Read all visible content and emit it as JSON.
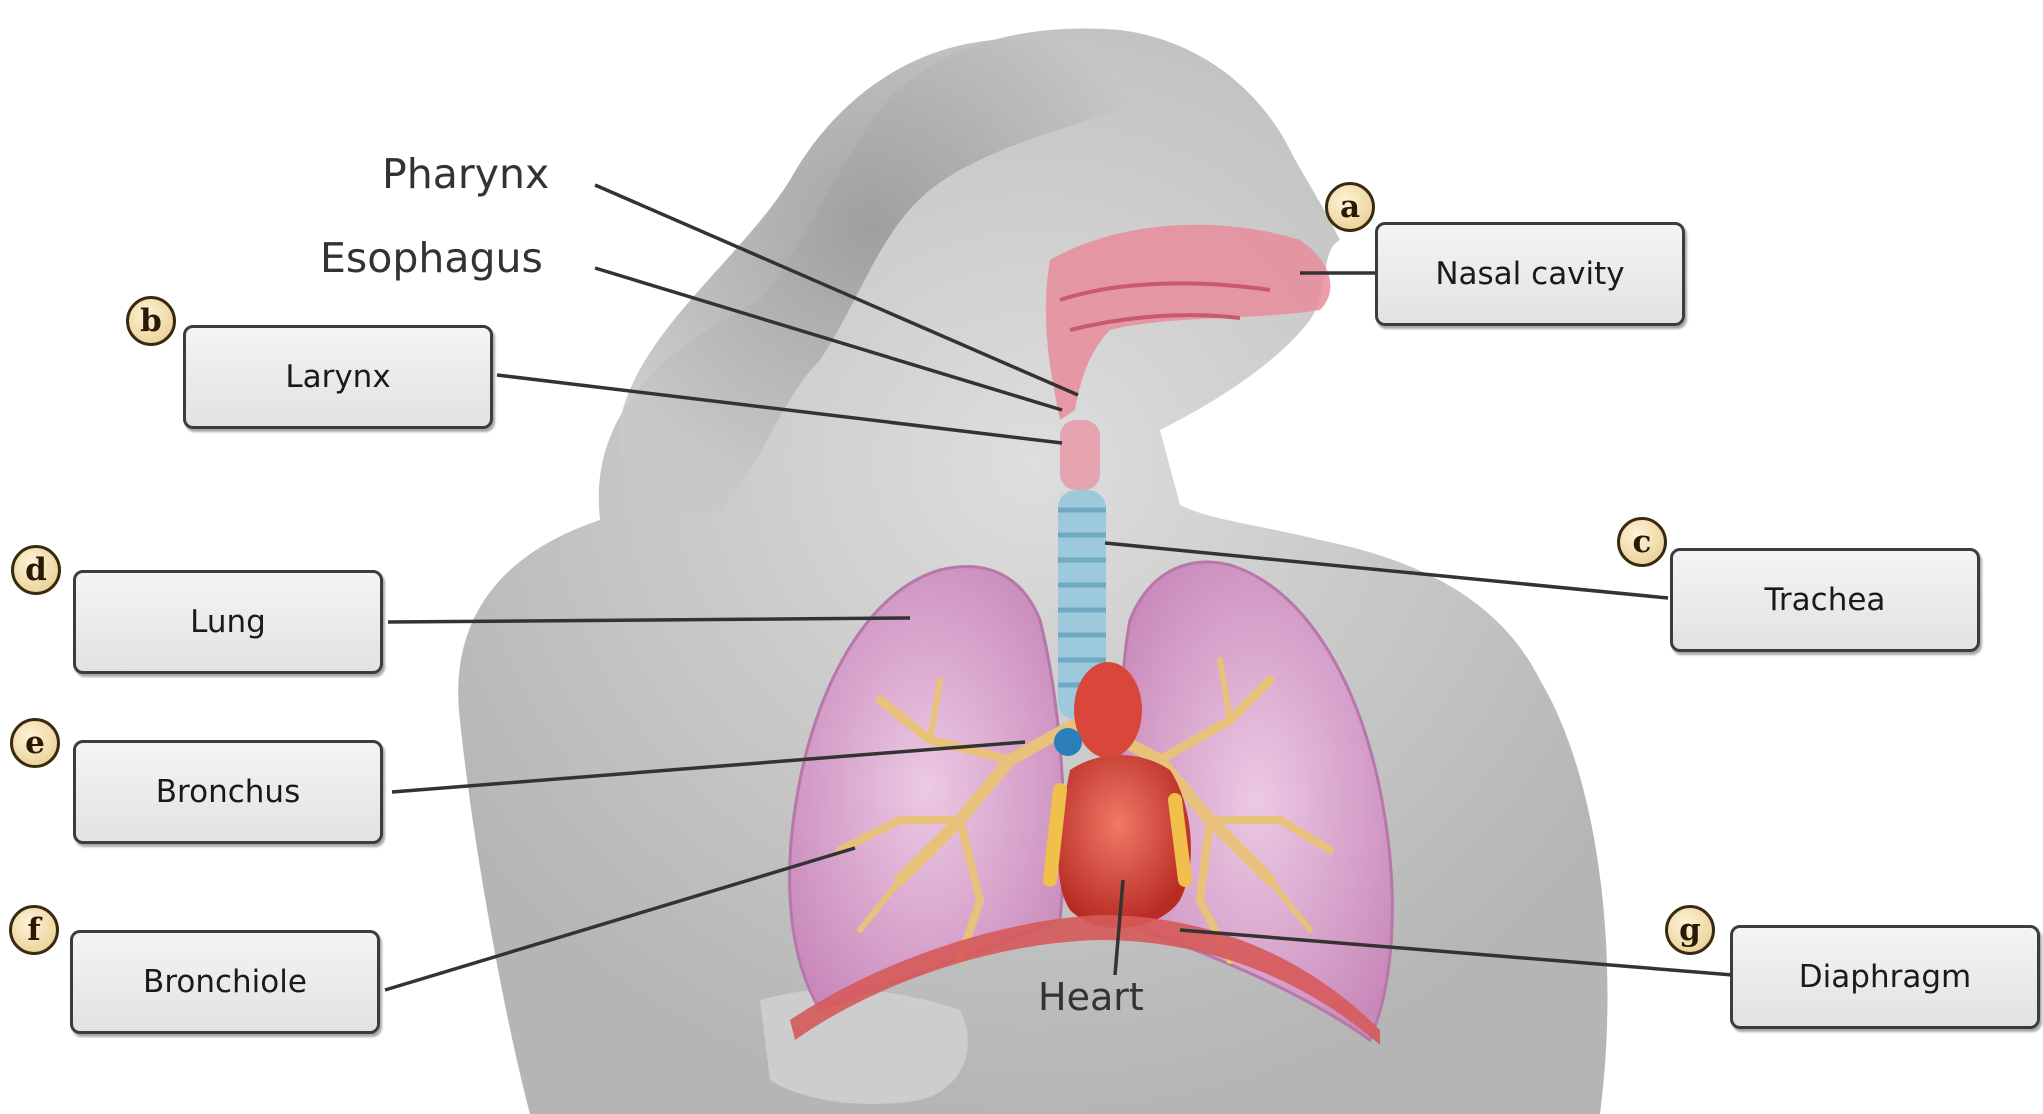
{
  "diagram": {
    "fixed_labels": {
      "pharynx": "Pharynx",
      "esophagus": "Esophagus",
      "heart": "Heart"
    },
    "answer_boxes": [
      {
        "letter": "a",
        "label": "Nasal cavity"
      },
      {
        "letter": "b",
        "label": "Larynx"
      },
      {
        "letter": "c",
        "label": "Trachea"
      },
      {
        "letter": "d",
        "label": "Lung"
      },
      {
        "letter": "e",
        "label": "Bronchus"
      },
      {
        "letter": "f",
        "label": "Bronchiole"
      },
      {
        "letter": "g",
        "label": "Diaphragm"
      }
    ]
  },
  "colors": {
    "silhouette": "#bdbdbd",
    "lung": "#d7a3c9",
    "bronchial_tree": "#e8c27a",
    "trachea": "#9cc9dc",
    "heart": "#d9473b",
    "nasal": "#e88c9a",
    "diaphragm": "#d65a5a",
    "leader_line": "#333333"
  }
}
